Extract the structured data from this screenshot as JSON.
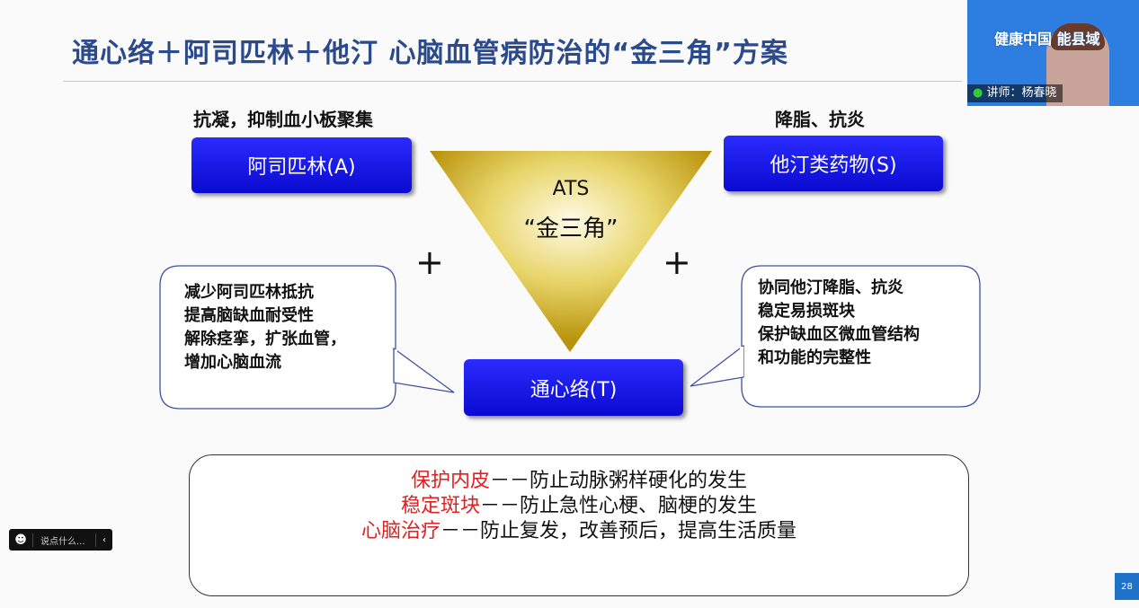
{
  "slide": {
    "title": "通心络＋阿司匹林＋他汀 心脑血管病防治的“金三角”方案",
    "left_label": "抗凝，抑制血小板聚集",
    "right_label": "降脂、抗炎",
    "drug_a": "阿司匹林(A)",
    "drug_s": "他汀类药物(S)",
    "drug_t": "通心络(T)",
    "triangle_line1": "ATS",
    "triangle_line2": "“金三角”",
    "plus": "+",
    "left_callout": "减少阿司匹林抵抗\n提高脑缺血耐受性\n解除痉挛，扩张血管，\n增加心脑血流",
    "right_callout": "协同他汀降脂、抗炎\n稳定易损斑块\n保护缺血区微血管结构\n和功能的完整性",
    "bottom": [
      {
        "red": "保护内皮",
        "rest": "－－防止动脉粥样硬化的发生"
      },
      {
        "red": "稳定斑块",
        "rest": "－－防止急性心梗、脑梗的发生"
      },
      {
        "red": "心脑治疗",
        "rest": "－－防止复发，改善预后，提高生活质量"
      }
    ],
    "page_number": "28"
  },
  "video": {
    "banner_title": "健康中国 能县域",
    "speaker": "讲师：杨春晓"
  },
  "chat": {
    "placeholder": "说点什么...",
    "collapse": "‹"
  },
  "colors": {
    "title": "#2a4a8c",
    "drug_box": "#1414e8",
    "emphasis": "#e02020",
    "gold": "#d4b020"
  }
}
